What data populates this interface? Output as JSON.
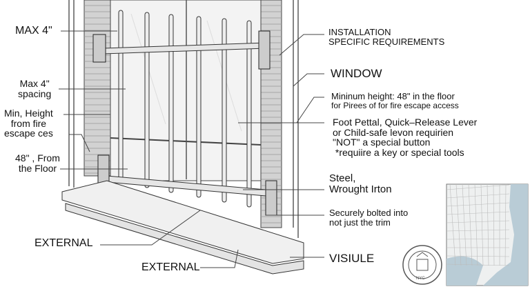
{
  "left_labels": {
    "max4": "MAX 4\"",
    "spacing": [
      "Max 4\"",
      "spacing"
    ],
    "min_height": [
      "Min, Height",
      "from fire",
      "escape ces"
    ],
    "from_floor": [
      "48\" , From",
      "the Floor"
    ],
    "external1": "EXTERNAL",
    "external2": "EXTERNAL"
  },
  "right_labels": {
    "installation": [
      "INSTALLATION",
      "SPECIFIC REQUIREMENTS"
    ],
    "window": "WINDOW",
    "minimum": [
      "Mininum height: 48\" in the floor",
      "for Pirees of for fire escape access"
    ],
    "release": [
      "Foot Pettal, Quick–Release Lever",
      "or Child-safe levon requirien",
      "\"NOT\" a special button",
      " *requiire a key or special tools"
    ],
    "material": [
      "Steel,",
      "Wrought Irton"
    ],
    "bolted": [
      "Securely bolted into",
      "not just the trim"
    ],
    "visiule": "VISIULE"
  },
  "seal": {
    "text": "NYC"
  },
  "colors": {
    "water": "#b9ccd6",
    "ink": "#222222",
    "brick": "#c9c9c9"
  }
}
